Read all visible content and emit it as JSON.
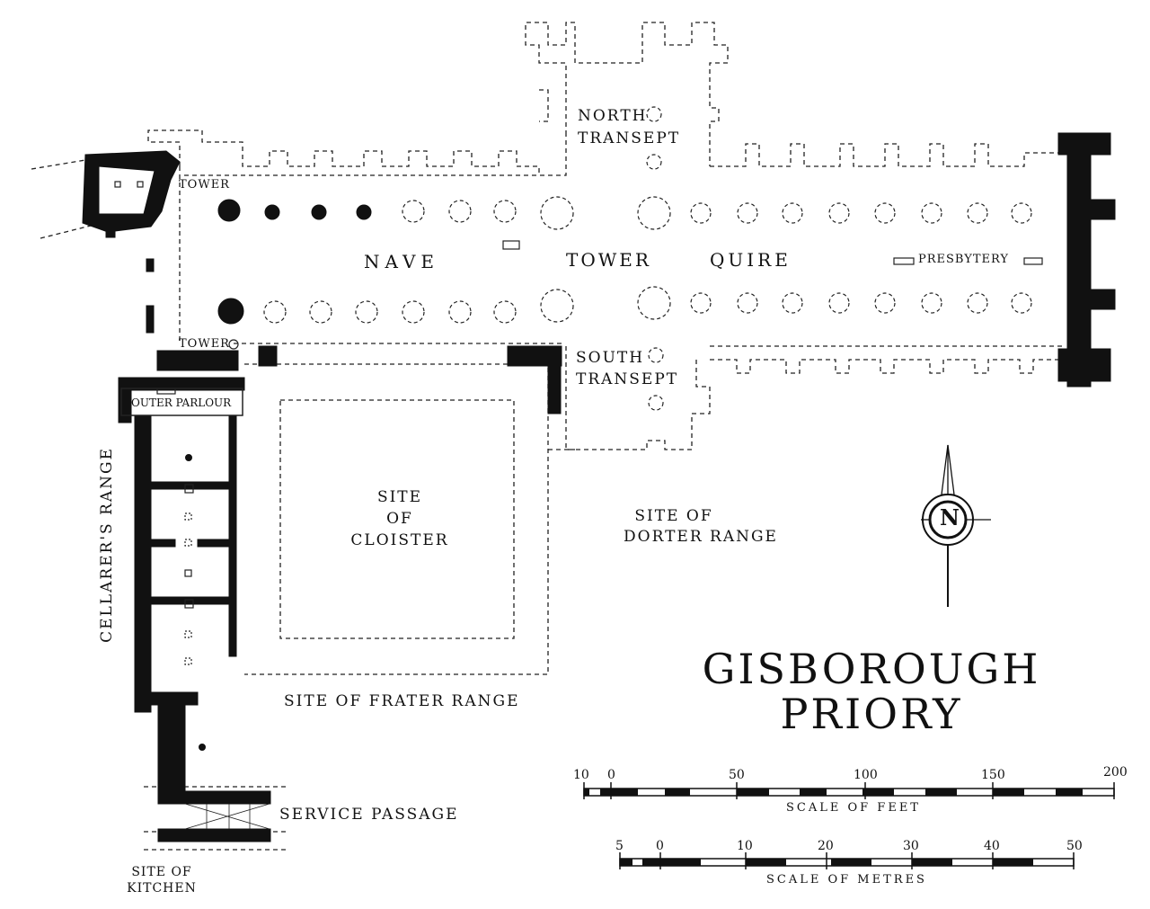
{
  "title": {
    "line1": "GISBOROUGH",
    "line2": "PRIORY"
  },
  "labels": {
    "tower_nw": "TOWER",
    "tower_sw": "TOWER",
    "outer_parlour": "OUTER PARLOUR",
    "nave": "NAVE",
    "tower_crossing": "TOWER",
    "quire": "QUIRE",
    "presbytery": "PRESBYTERY",
    "north_transept_1": "NORTH",
    "north_transept_2": "TRANSEPT",
    "south_transept_1": "SOUTH",
    "south_transept_2": "TRANSEPT",
    "cloister_1": "SITE",
    "cloister_2": "OF",
    "cloister_3": "CLOISTER",
    "dorter_1": "SITE OF",
    "dorter_2": "DORTER RANGE",
    "cellarers_range": "CELLARER'S RANGE",
    "frater_range": "SITE OF FRATER RANGE",
    "service_passage": "SERVICE PASSAGE",
    "kitchen_1": "SITE OF",
    "kitchen_2": "KITCHEN",
    "north_letter": "N"
  },
  "scales": {
    "feet": {
      "caption": "SCALE OF FEET",
      "ticks": [
        "10",
        "0",
        "50",
        "100",
        "150",
        "200"
      ]
    },
    "metres": {
      "caption": "SCALE OF METRES",
      "ticks": [
        "5",
        "0",
        "10",
        "20",
        "30",
        "40",
        "50"
      ]
    }
  }
}
